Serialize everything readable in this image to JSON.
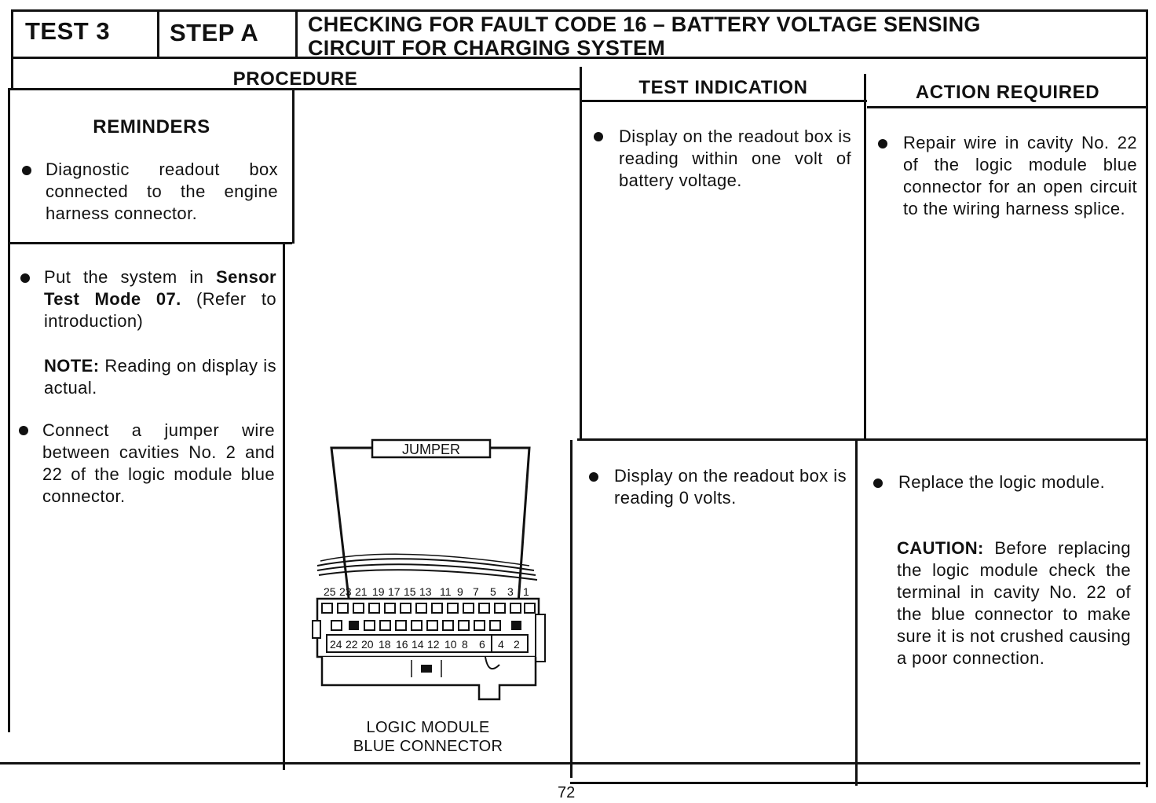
{
  "header": {
    "test": "TEST 3",
    "step": "STEP A",
    "title_line1": "CHECKING FOR FAULT CODE 16 – BATTERY VOLTAGE SENSING",
    "title_line2": "CIRCUIT FOR CHARGING SYSTEM"
  },
  "columns": {
    "procedure": "PROCEDURE",
    "test_indication": "TEST INDICATION",
    "action_required": "ACTION REQUIRED"
  },
  "reminders": {
    "title": "REMINDERS",
    "item1": "Diagnostic readout box connected to the engine harness connector."
  },
  "procedure": {
    "item1_pre": "Put the system in ",
    "item1_bold": "Sensor Test Mode 07.",
    "item1_post": " (Refer to introduction)",
    "note_label": "NOTE:",
    "note_text": " Reading on display is actual.",
    "item2": "Connect a jumper wire between cavities No. 2 and 22 of the logic module blue connector."
  },
  "diagram": {
    "jumper_label": "JUMPER",
    "top_row_numbers": [
      "25",
      "23",
      "21",
      "19",
      "17",
      "15",
      "13",
      "11",
      "9",
      "7",
      "5",
      "3",
      "1"
    ],
    "bottom_row_numbers": [
      "24",
      "22",
      "20",
      "18",
      "16",
      "14",
      "12",
      "10",
      "8",
      "6",
      "4",
      "2"
    ],
    "caption_line1": "LOGIC MODULE",
    "caption_line2": "BLUE CONNECTOR"
  },
  "results": [
    {
      "indication": "Display on the readout box is reading within one volt of battery voltage.",
      "action": "Repair wire in cavity No. 22 of the logic module blue connector for an open circuit to the wiring harness splice."
    },
    {
      "indication": "Display on the readout box is reading 0 volts.",
      "action": "Replace the logic module.",
      "caution_label": "CAUTION:",
      "caution_text": " Before replacing the logic module check the terminal in cavity No. 22 of the blue connector to make sure it is not crushed causing a poor connection."
    }
  ],
  "page_number": "72"
}
